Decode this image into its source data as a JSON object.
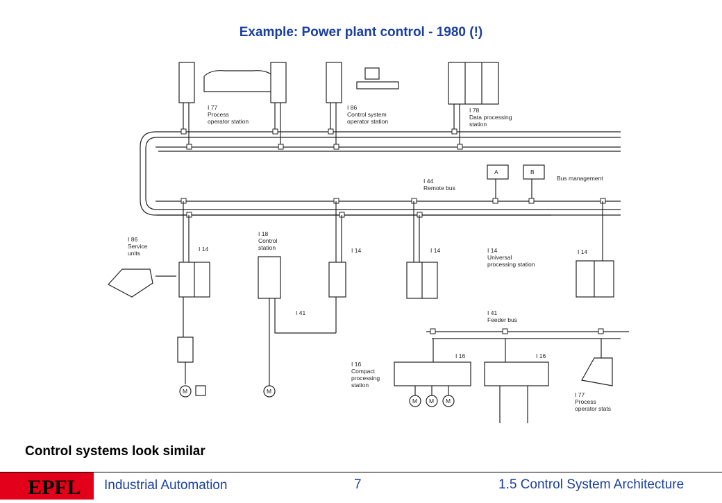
{
  "slide": {
    "title": "Example: Power plant control - 1980 (!)",
    "caption": "Control systems look similar"
  },
  "footer": {
    "left": "Industrial Automation",
    "page": "7",
    "right": "1.5 Control System Architecture",
    "logo_text": "EPFL"
  },
  "diagram": {
    "labels": {
      "l77_process": [
        "I 77",
        "Process",
        "operator station"
      ],
      "l86_control": [
        "I 86",
        "Control system",
        "operator station"
      ],
      "l78": [
        "I 78",
        "Data processing",
        "station"
      ],
      "l44": [
        "I 44",
        "Remote bus"
      ],
      "bus_mgmt": "Bus management",
      "box_a": "A",
      "box_b": "B",
      "l86_service": [
        "I 86",
        "Service",
        "units"
      ],
      "l18": [
        "I 18",
        "Control",
        "station"
      ],
      "l14_a": "I 14",
      "l14_b": "I 14",
      "l14_c": "I 14",
      "l14_universal": [
        "I 14",
        "Universal",
        "processing station"
      ],
      "l14_d": "I 14",
      "l41": "I 41",
      "l41_feeder": [
        "I 41",
        "Feeder bus"
      ],
      "l16_compact": [
        "I 16",
        "Compact",
        "processing",
        "station"
      ],
      "l16_a": "I 16",
      "l16_b": "I 16",
      "l77_stats": [
        "I 77",
        "Process",
        "operator stats"
      ],
      "motor": "M"
    }
  }
}
